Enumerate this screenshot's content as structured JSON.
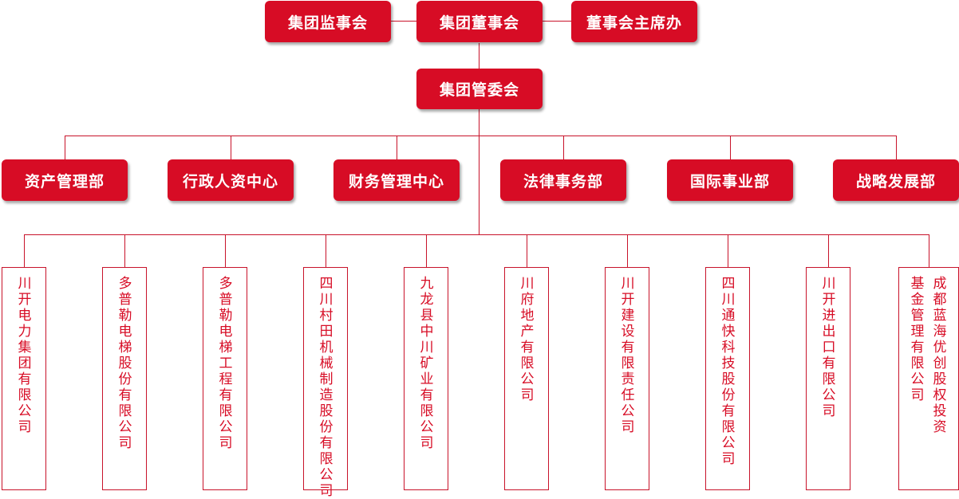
{
  "top": {
    "supervisory": "集团监事会",
    "board": "集团董事会",
    "chairman_office": "董事会主席办",
    "committee": "集团管委会"
  },
  "departments": [
    "资产管理部",
    "行政人资中心",
    "财务管理中心",
    "法律事务部",
    "国际事业部",
    "战略发展部"
  ],
  "companies": [
    [
      "川开电力集团有限公司"
    ],
    [
      "多普勒电梯股份有限公司"
    ],
    [
      "多普勒电梯工程有限公司"
    ],
    [
      "四川村田机械制造股份有限公司"
    ],
    [
      "九龙县中川矿业有限公司"
    ],
    [
      "川府地产有限公司"
    ],
    [
      "川开建设有限责任公司"
    ],
    [
      "四川通快科技股份有限公司"
    ],
    [
      "川开进出口有限公司"
    ],
    [
      "成都蓝海优创股权投资",
      "基金管理有限公司"
    ]
  ],
  "colors": {
    "brand_red": "#d70c25",
    "line_red": "#c8132a",
    "text_white": "#ffffff"
  }
}
